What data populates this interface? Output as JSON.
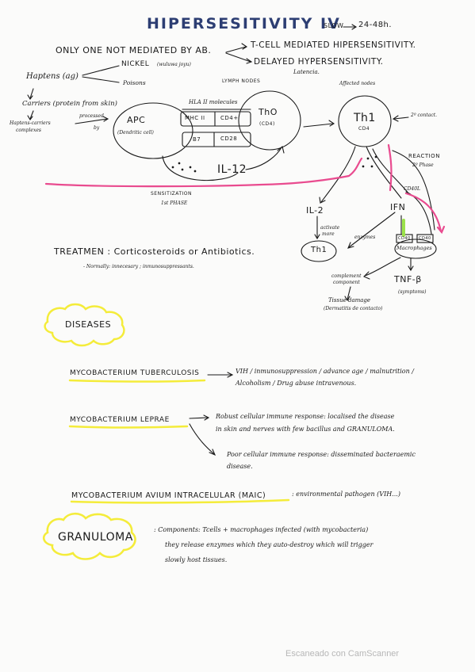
{
  "header": {
    "title": "HIPERSESITIVITY IV",
    "speed": "SLOW",
    "time": "24-48h."
  },
  "intro": {
    "only_one": "ONLY ONE NOT MEDIATED BY AB.",
    "tcell": "T-CELL MEDIATED HIPERSENSITIVITY.",
    "delayed": "DELAYED HYPERSENSITIVITY.",
    "delayed_sub": "Latencia."
  },
  "haptens": {
    "label": "Haptens (ag)",
    "nickel": "NICKEL",
    "nickel_note": "(wuluwa joyu)",
    "poisons": "Poisons",
    "carriers": "Carriers (protein from skin)",
    "haptens_carriers": "Haptens-carriers",
    "complexes": "complexes",
    "processed": "processed",
    "by": "by"
  },
  "diagram": {
    "lymph_nodes": "LYMPH NODES",
    "hla": "HLA II molecules",
    "apc": "APC",
    "dendritic": "(Dendritic cell)",
    "mhc": "MHC II",
    "cd4plus": "CD4+",
    "b7": "B7",
    "cd28": "CD28",
    "tho": "ThO",
    "cd4_small": "(CD4)",
    "il12": "IL-12",
    "sensitization": "SENSITIZATION",
    "first_phase": "1st PHASE",
    "affect_nodes": "Affected nodes",
    "th1": "Th1",
    "cd4": "CD4",
    "second_contact": "2º contact.",
    "reaction": "REACTION",
    "second_phase": "2º Phase",
    "il2": "IL-2",
    "ifn": "IFN",
    "activate": "activate",
    "more": "more",
    "th1_small": "Th1",
    "enzymes": "enzymes",
    "cd40": "CD40",
    "cd40l": "CD40L",
    "cd40_low": "CD40",
    "macrophages": "Macrophages",
    "complement": "complement",
    "component": "component",
    "tnf": "TNF-β",
    "symptoms": "(symptoms)",
    "tissue": "Tissue damage",
    "dermatitis": "(Dermatitis de contacto)"
  },
  "treatment": {
    "label": "TREATMEN : Corticosteroids or Antibiotics.",
    "note": "- Normally: innecesary ; inmunosuppressants."
  },
  "diseases": {
    "header": "DISEASES",
    "tb_name": "MYCOBACTERIUM TUBERCULOSIS",
    "tb_desc1": "VIH / inmunosuppression / advance age / malnutrition /",
    "tb_desc2": "Alcoholism / Drug abuse intravenous.",
    "lepra_name": "MYCOBACTERIUM LEPRAE",
    "lepra_desc1": "Robust cellular immune response: localised the disease",
    "lepra_desc2": "in skin and nerves with few bacillus and GRANULOMA.",
    "lepra_desc3": "Poor cellular immune response: disseminated bacteraemic",
    "lepra_desc4": "disease.",
    "mai_name": "MYCOBACTERIUM AVIUM INTRACELULAR (MAIC)",
    "mai_desc": ": environmental pathogen (VIH...)"
  },
  "granuloma": {
    "label": "GRANULOMA",
    "line1": ": Components: Tcells + macrophages infected (with mycobacteria)",
    "line2": "they release enzymes which they auto-destroy which will trigger",
    "line3": "slowly host tissues."
  },
  "footer": {
    "scanner": "Escaneado con CamScanner"
  },
  "colors": {
    "ink": "#1a1a1a",
    "title": "#2d3e73",
    "highlight": "#f4ec3a",
    "pink": "#e94b8f",
    "green": "#9be24a",
    "scanner": "#b7b7b7"
  }
}
